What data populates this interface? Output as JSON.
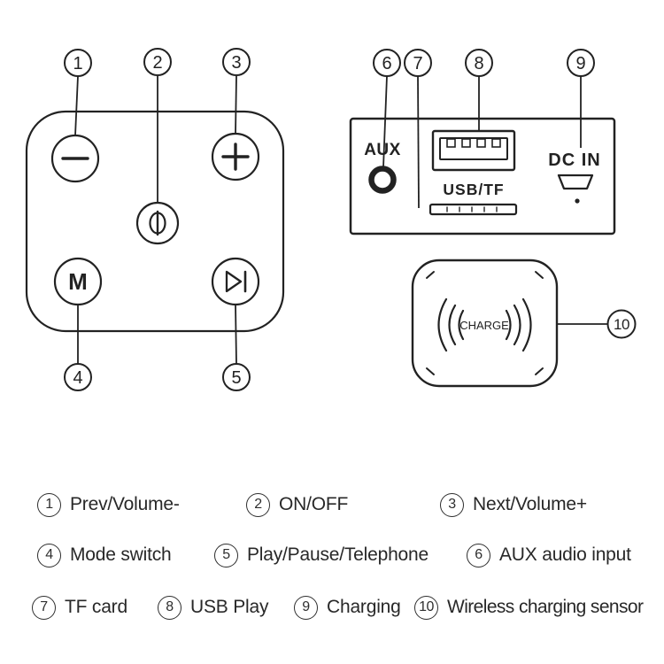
{
  "device": {
    "buttons": {
      "mode_label": "M"
    },
    "ports": {
      "aux_label": "AUX",
      "usb_tf_label": "USB/TF",
      "dc_in_label": "DC IN"
    },
    "charge_pad": {
      "label": "CHARGE"
    },
    "icons": {
      "minus": "minus-icon",
      "plus": "plus-icon",
      "power": "power-icon",
      "play_pause": "play-pause-icon",
      "sound_waves": "wireless-wave-icon"
    }
  },
  "legend": {
    "items": [
      {
        "num": "1",
        "label": "Prev/Volume-"
      },
      {
        "num": "2",
        "label": "ON/OFF"
      },
      {
        "num": "3",
        "label": "Next/Volume+"
      },
      {
        "num": "4",
        "label": "Mode switch"
      },
      {
        "num": "5",
        "label": "Play/Pause/Telephone"
      },
      {
        "num": "6",
        "label": "AUX audio input"
      },
      {
        "num": "7",
        "label": "TF card"
      },
      {
        "num": "8",
        "label": "USB Play"
      },
      {
        "num": "9",
        "label": "Charging"
      },
      {
        "num": "10",
        "label": "Wireless charging sensor"
      }
    ]
  },
  "colors": {
    "line": "#222222",
    "text": "#282828",
    "background": "#ffffff"
  }
}
